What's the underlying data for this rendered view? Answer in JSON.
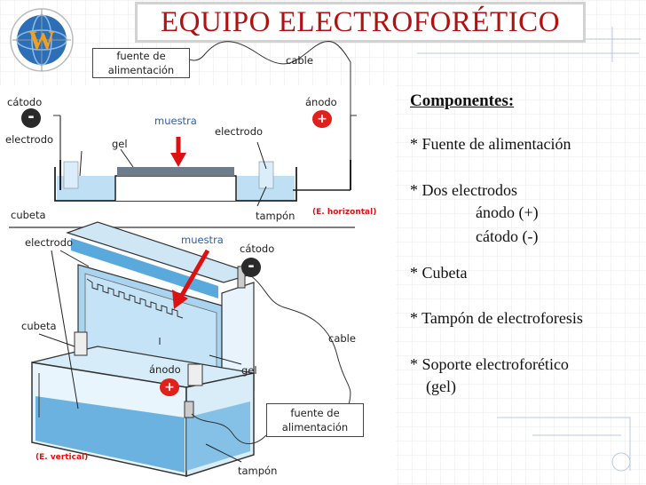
{
  "title": "EQUIPO ELECTROFORÉTICO",
  "logo_letter": "W",
  "colors": {
    "title_red": "#b01212",
    "blue_label": "#2f5fa8",
    "red_label": "#dd1111",
    "water_blue": "#9fd0ef"
  },
  "top_diagram": {
    "power_supply": [
      "fuente de",
      "alimentación"
    ],
    "cable": "cable",
    "cathode": "cátodo",
    "anode": "ánodo",
    "cathode_sign": "-",
    "anode_sign": "+",
    "sample": "muestra",
    "electrode_left": "electrodo",
    "electrode_right": "electrodo",
    "gel": "gel",
    "tank": "cubeta",
    "buffer": "tampón",
    "mode": "(E. horizontal)"
  },
  "bottom_diagram": {
    "electrode": "electrodo",
    "sample": "muestra",
    "cathode": "cátodo",
    "cathode_sign": "-",
    "tank": "cubeta",
    "cable": "cable",
    "anode": "ánodo",
    "anode_sign": "+",
    "gel": "gel",
    "power_supply": [
      "fuente de",
      "alimentación"
    ],
    "mode": "(E. vertical)",
    "buffer": "tampón"
  },
  "components": {
    "heading": "Componentes:",
    "items": [
      "* Fuente de alimentación",
      "* Dos electrodos",
      "ánodo (+)",
      "cátodo (-)",
      "* Cubeta",
      "* Tampón de electroforesis",
      "* Soporte electroforético",
      "(gel)"
    ]
  }
}
